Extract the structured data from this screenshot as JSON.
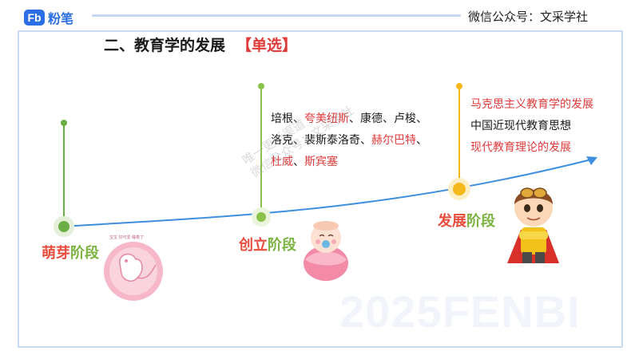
{
  "header": {
    "logo_mark": "Fb",
    "logo_text": "粉笔",
    "account": "微信公众号：文采学社"
  },
  "title": {
    "main": "二、教育学的发展",
    "tag": "【单选】"
  },
  "stages": [
    {
      "prefix": "萌芽",
      "suffix": "阶段"
    },
    {
      "prefix": "创立",
      "suffix": "阶段"
    },
    {
      "prefix": "发展",
      "suffix": "阶段"
    }
  ],
  "creation_text": {
    "line1": [
      "培根、",
      "夸美纽斯",
      "、康德、卢梭、"
    ],
    "line2": [
      "洛克、裴斯泰洛奇、",
      "赫尔巴特",
      "、"
    ],
    "line3": [
      "杜威",
      "、",
      "斯宾塞"
    ]
  },
  "development_text": {
    "line1": "马克思主义教育学的发展",
    "line2": "中国近现代教育思想",
    "line3": "现代教育理论的发展"
  },
  "watermark": "2025FENBI",
  "diagonal_watermark": {
    "line1": "唯一更新渠道",
    "line2": "微信公众号：文采学社"
  },
  "illustration_caption": "宝宝 好可爱 睡着了",
  "colors": {
    "brand": "#2c6fe5",
    "accent_red": "#e03b3b",
    "accent_green": "#7cb342",
    "arrow": "#3d8fe0"
  }
}
